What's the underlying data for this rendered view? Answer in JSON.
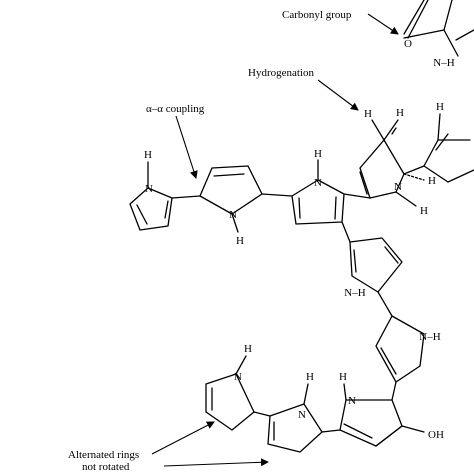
{
  "annotations": {
    "carbonyl": "Carbonyl group",
    "hydrogenation": "Hydrogenation",
    "coupling": "α–α coupling",
    "alternated_line1": "Alternated rings",
    "alternated_line2": "not rotated"
  },
  "atoms": {
    "N": "N",
    "H": "H",
    "NH": "N–H",
    "O": "O",
    "OH": "OH"
  }
}
